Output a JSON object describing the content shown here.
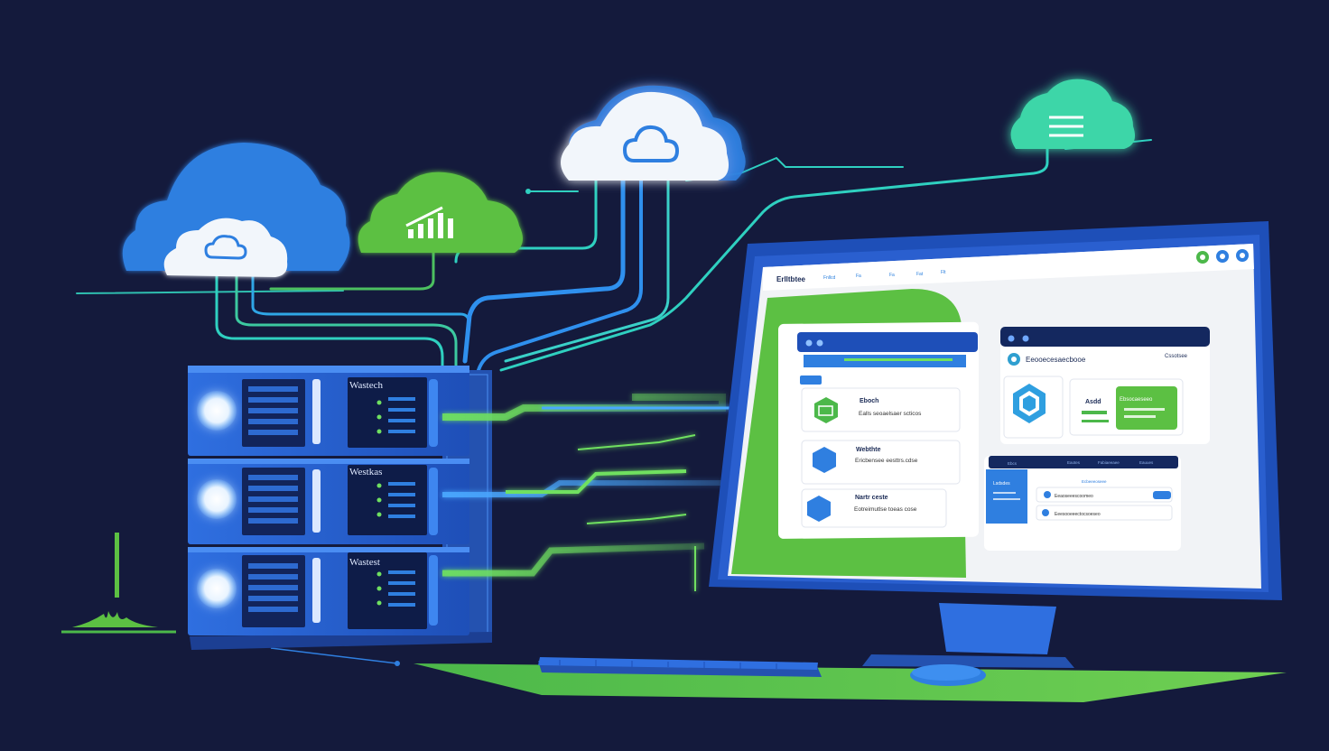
{
  "scene": {
    "colors": {
      "background": "#141a3c",
      "primary_blue": "#2f7fe0",
      "accent_green": "#5cc043",
      "teal_line": "#2fd0c0"
    }
  },
  "clouds": [
    {
      "icon": "cloud-icon",
      "color": "#2f7fe0"
    },
    {
      "icon": "bar-chart-icon",
      "color": "#5cc043"
    },
    {
      "icon": "cloud-icon",
      "color": "#ffffff"
    },
    {
      "icon": "menu-lines-icon",
      "color": "#3ed6a8"
    }
  ],
  "servers": [
    {
      "label": "Wastech"
    },
    {
      "label": "Westkas"
    },
    {
      "label": "Wastest"
    }
  ],
  "monitor": {
    "header_logo": "Erlltbtee",
    "nav_items": [
      "Fnllcd",
      "Fa",
      "Fa",
      "Fat",
      "Flt"
    ],
    "left_panel": {
      "items": [
        {
          "title": "Eboch",
          "desc": "Ealls seoaelsaer scticos"
        },
        {
          "title": "Webthte",
          "desc": "Ericbensee eesttrs.cdse"
        },
        {
          "title": "Nartr ceste",
          "desc": "Eotreimutlse toeas cose"
        }
      ]
    },
    "right_panel": {
      "title": "Eeooecesaecbooe",
      "header_link": "Cssotsee",
      "stat_label": "Asdd",
      "green_card_text": "Ebsocaeseeo",
      "table_tabs": [
        "Ebcs",
        "Eaotes",
        "Fabiaeeaee",
        "Eauues"
      ],
      "rows": [
        {
          "text": "Eeaoseeescoomeo",
          "link": "Ecbeeeoseee"
        },
        {
          "text": "Eeesooeeectocsoeseo"
        }
      ],
      "sidebar_label": "Lsdsdes"
    }
  }
}
